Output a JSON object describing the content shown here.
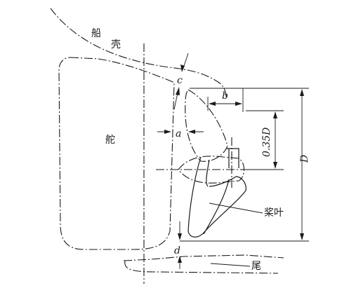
{
  "labels": {
    "hull_1": "船",
    "hull_2": "壳",
    "rudder": "舵",
    "blade": "桨叶",
    "stern": "尾",
    "c": "c",
    "b": "b",
    "a": "a",
    "d": "d",
    "D": "D",
    "point35D": "0.35D"
  }
}
